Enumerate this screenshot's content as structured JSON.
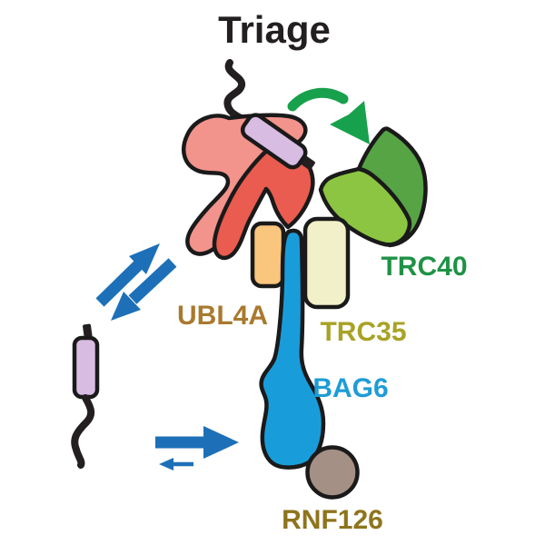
{
  "title": "Triage",
  "proteins": {
    "ubl4a": {
      "label": "UBL4A",
      "color": "#A9792E"
    },
    "trc35": {
      "label": "TRC35",
      "color": "#A8A226"
    },
    "bag6": {
      "label": "BAG6",
      "color": "#1E9CD7"
    },
    "trc40": {
      "label": "TRC40",
      "color": "#1F9245"
    },
    "rnf126": {
      "label": "RNF126",
      "color": "#8E741C"
    }
  },
  "colors": {
    "outline": "#1A1A1A",
    "title_text": "#231F20",
    "chaperone_light": "#F2938C",
    "chaperone_dark": "#E95C4F",
    "substrate_helix": "#D8BCE2",
    "substrate_tail": "#231F20",
    "ubl4a_box": "#FAC57D",
    "trc35_box": "#F2F0C8",
    "bag6_fill": "#199DDA",
    "trc40_back": "#57A445",
    "trc40_front": "#8CC541",
    "rnf126_fill": "#A59085",
    "transfer_arrow": "#18A14C",
    "exchange_arrow": "#1D70B8"
  }
}
